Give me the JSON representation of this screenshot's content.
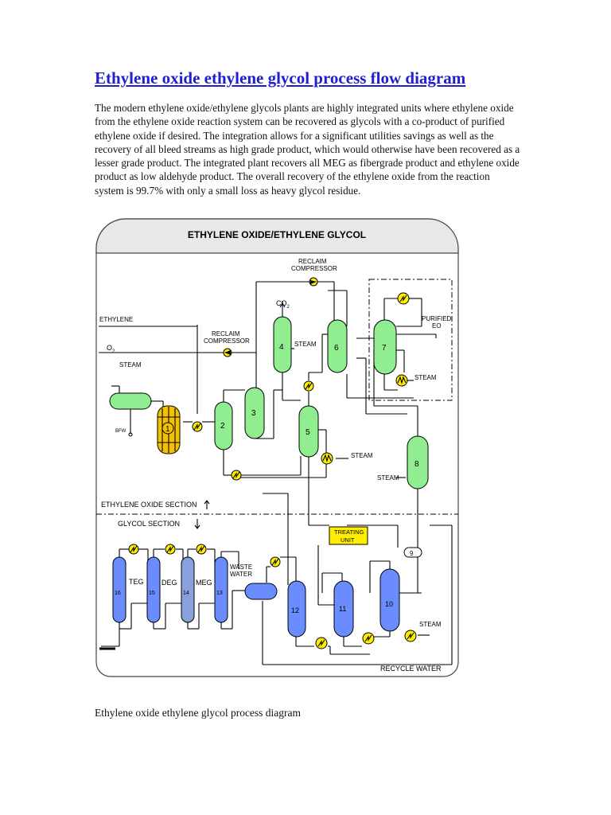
{
  "page": {
    "title": "Ethylene oxide ethylene glycol process flow diagram",
    "intro": "The modern ethylene oxide/ethylene glycols plants are highly integrated units where ethylene oxide from the ethylene oxide reaction system can be recovered as glycols with a co-product of purified ethylene oxide if desired. The integration allows for a significant utilities savings as well as the recovery of all bleed streams as high grade product, which would otherwise have been recovered as a lesser grade product. The integrated plant recovers all MEG as fibergrade product and ethylene oxide product as low aldehyde product. The overall recovery of the ethylene oxide from the reaction system is 99.7% with only a small loss as heavy glycol residue.",
    "caption": "Ethylene oxide ethylene glycol process diagram"
  },
  "diagram": {
    "title": "ETHYLENE OXIDE/ETHYLENE GLYCOL",
    "labels": {
      "reclaim_top": "RECLAIM",
      "compressor_top": "COMPRESSOR",
      "reclaim_mid": "RECLAIM",
      "compressor_mid": "COMPRESSOR",
      "co2_main": "CO",
      "co2_sub": "2",
      "ethylene": "ETHYLENE",
      "o2_main": "O",
      "o2_sub": "2",
      "steam_boiler": "STEAM",
      "steam_col4": "STEAM",
      "steam_col5": "STEAM",
      "steam_col7": "STEAM",
      "steam_col8": "STEAM",
      "steam_col10": "STEAM",
      "bfw": "BFW",
      "purified": "PURIFIED",
      "eo": "EO",
      "eo_section": "ETHYLENE OXIDE SECTION",
      "glycol_section": "GLYCOL SECTION",
      "treating": "TREATING",
      "unit": "UNIT",
      "teg": "TEG",
      "deg": "DEG",
      "meg": "MEG",
      "waste": "WASTE",
      "water": "WATER",
      "recycle_water": "RECYCLE WATER"
    },
    "units": [
      "1",
      "2",
      "3",
      "4",
      "5",
      "6",
      "7",
      "8",
      "9",
      "10",
      "11",
      "12",
      "13",
      "14",
      "15",
      "16"
    ],
    "colors": {
      "eo_column": "#90ee90",
      "glycol_column": "#6a8cff",
      "exchanger": "#ffee00",
      "reactor": "#f5c000",
      "title_bar": "#e8e8e8"
    }
  }
}
